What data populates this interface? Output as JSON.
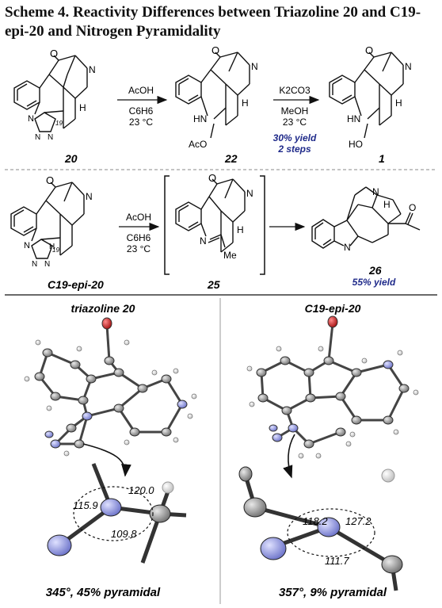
{
  "scheme": {
    "title_prefix": "Scheme 4.",
    "title_text": "Reactivity Differences between Triazoline 20 and C19-epi-20 and Nitrogen Pyramidality"
  },
  "row1": {
    "compounds": [
      "20",
      "22",
      "1"
    ],
    "step1": {
      "reagent": "AcOH",
      "solvent": "C6H6",
      "temp": "23 °C"
    },
    "step2": {
      "reagent": "K2CO3",
      "solvent": "MeOH",
      "temp": "23 °C"
    },
    "yield_line1": "30% yield",
    "yield_line2": "2 steps",
    "atom_labels": {
      "n": "N",
      "h": "H",
      "hn": "HN",
      "aco": "AcO",
      "ho": "HO",
      "c19": "19"
    }
  },
  "row2": {
    "compounds": [
      "C19-epi-20",
      "25",
      "26"
    ],
    "step": {
      "reagent": "AcOH",
      "solvent": "C6H6",
      "temp": "23 °C"
    },
    "yield": "55% yield",
    "atom_labels": {
      "me": "Me",
      "c19": "19"
    }
  },
  "crystal": {
    "left": {
      "title": "triazoline 20",
      "angles": [
        "120.0",
        "115.9",
        "109.8"
      ],
      "summary": "345°, 45% pyramidal"
    },
    "right": {
      "title": "C19-epi-20",
      "angles": [
        "118.2",
        "127.2",
        "111.7"
      ],
      "summary": "357°, 9% pyramidal"
    }
  },
  "colors": {
    "accent_blue": "#1f2a8a",
    "nitrogen": "#9aa0e6",
    "oxygen": "#c81e1e",
    "carbon": "#8c8c8c"
  }
}
